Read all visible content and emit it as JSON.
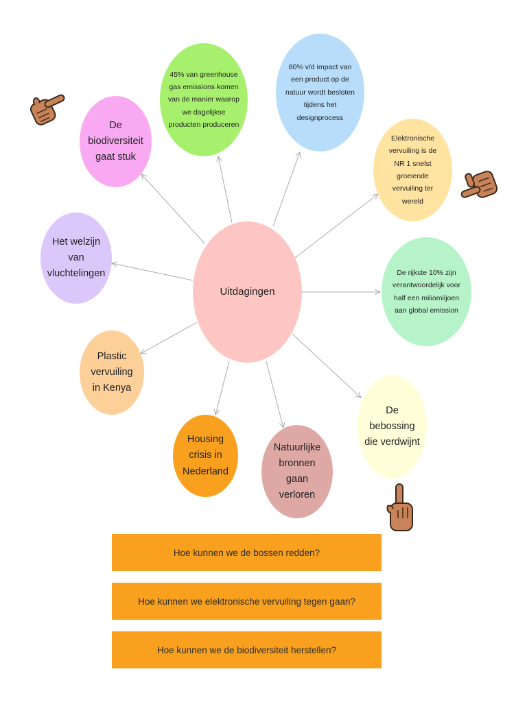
{
  "center": {
    "label": "Uitdagingen",
    "color": "#fdc6c2"
  },
  "nodes": [
    {
      "id": "biodiversiteit",
      "label": "De biodiversiteit gaat stuk",
      "color": "#f8a9f1"
    },
    {
      "id": "greenhouse",
      "label": "45% van greenhouse gas emissions komen van de manier waarop we dagelijkse producten produceren",
      "color": "#a6f06d"
    },
    {
      "id": "design-impact",
      "label": "80% v/d impact van een product op de natuur wordt besloten tijdens het designprocess",
      "color": "#b7ddfa"
    },
    {
      "id": "elektronische",
      "label": "Elektronische vervuiling is de NR 1 snelst groeiende vervuiling ter wereld",
      "color": "#ffe3a1"
    },
    {
      "id": "rijkste",
      "label": "De rijkste 10% zijn verantwoordelijk voor half een miliomiljoen aan global emission",
      "color": "#b7f3c8"
    },
    {
      "id": "bebossing",
      "label": "De bebossing die verdwijnt",
      "color": "#feffd8"
    },
    {
      "id": "natuurlijke",
      "label": "Natuurlijke bronnen gaan verloren",
      "color": "#dea9a4"
    },
    {
      "id": "housing",
      "label": "Housing crisis in Nederland",
      "color": "#f9a11f"
    },
    {
      "id": "plastic",
      "label": "Plastic vervuiling in Kenya",
      "color": "#fdd09a"
    },
    {
      "id": "vluchtelingen",
      "label": "Het welzijn van vluchtelingen",
      "color": "#dcc7fb"
    }
  ],
  "questions": [
    "Hoe kunnen we de bossen redden?",
    "Hoe kunnen we elektronische vervuiling tegen gaan?",
    "Hoe kunnen we de biodiversiteit herstellen?"
  ],
  "colors": {
    "arrow": "#a9a9a9",
    "question_bg": "#f9a11f",
    "hand_fill": "#c88358"
  },
  "icons": [
    "pointing-hand-icon",
    "pointing-hand-icon",
    "pointing-hand-icon"
  ]
}
